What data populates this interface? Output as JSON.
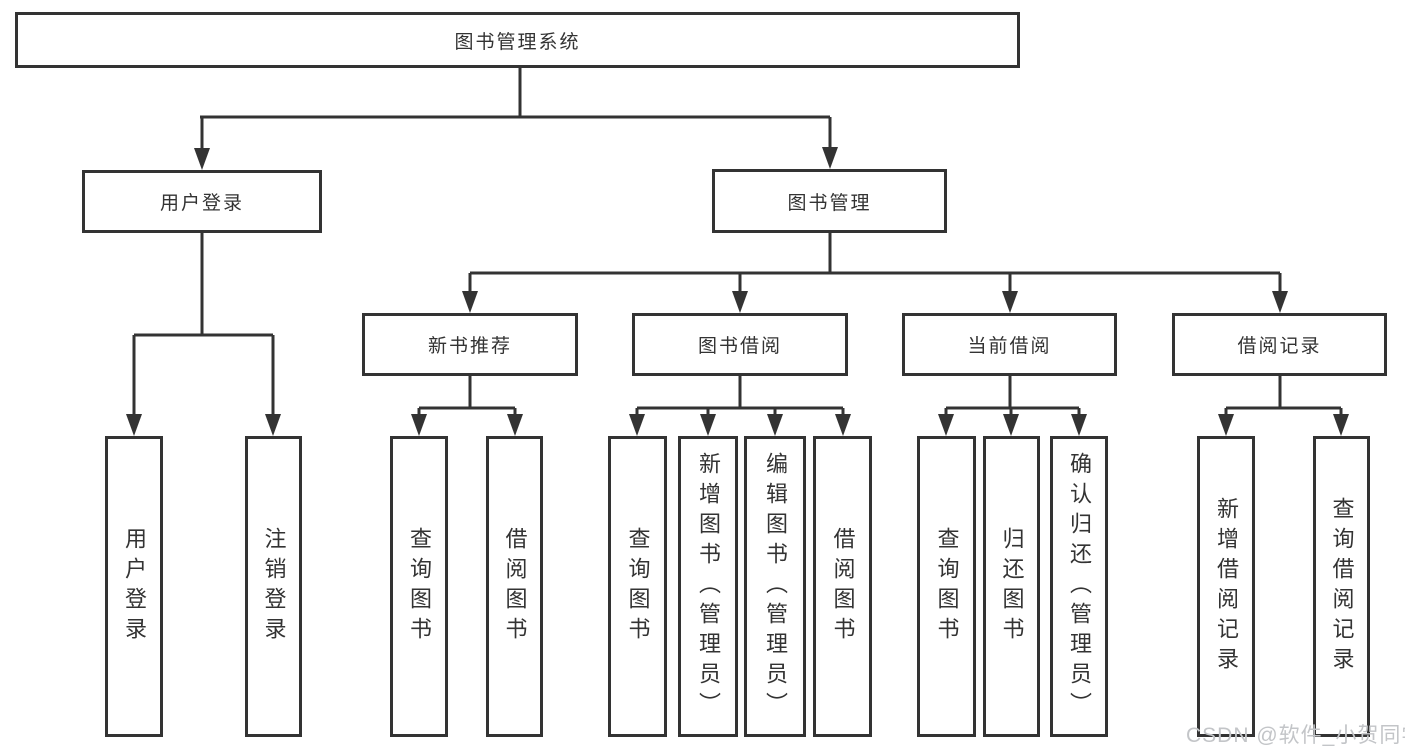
{
  "tree": {
    "label": "图书管理系统",
    "children": [
      {
        "label": "用户登录",
        "children": [
          {
            "label": "用户登录"
          },
          {
            "label": "注销登录"
          }
        ]
      },
      {
        "label": "图书管理",
        "children": [
          {
            "label": "新书推荐",
            "children": [
              {
                "label": "查询图书"
              },
              {
                "label": "借阅图书"
              }
            ]
          },
          {
            "label": "图书借阅",
            "children": [
              {
                "label": "查询图书"
              },
              {
                "label": "新增图书（管理员）"
              },
              {
                "label": "编辑图书（管理员）"
              },
              {
                "label": "借阅图书"
              }
            ]
          },
          {
            "label": "当前借阅",
            "children": [
              {
                "label": "查询图书"
              },
              {
                "label": "归还图书"
              },
              {
                "label": "确认归还（管理员）"
              }
            ]
          },
          {
            "label": "借阅记录",
            "children": [
              {
                "label": "新增借阅记录"
              },
              {
                "label": "查询借阅记录"
              }
            ]
          }
        ]
      }
    ]
  },
  "watermark": {
    "text": "CSDN @软件_小贺同学"
  },
  "colors": {
    "line": "#333333",
    "text": "#333333",
    "background": "#ffffff",
    "watermark": "#c3c5c8"
  }
}
